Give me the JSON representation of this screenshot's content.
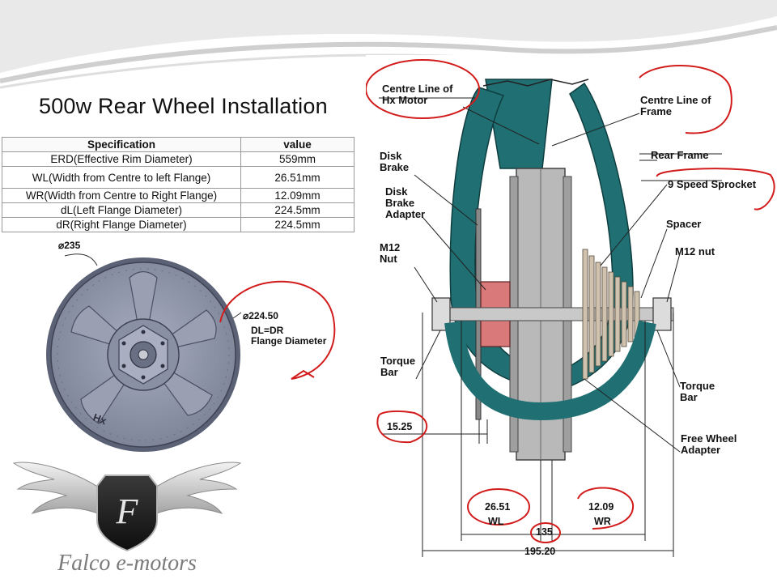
{
  "slide": {
    "title": "500w Rear Wheel Installation",
    "table": {
      "headers": [
        "Specification",
        "value"
      ],
      "rows": [
        [
          "ERD(Effective Rim Diameter)",
          "559mm"
        ],
        [
          "WL(Width from Centre to left Flange)",
          "26.51mm"
        ],
        [
          "WR(Width from Centre to Right Flange)",
          "12.09mm"
        ],
        [
          "dL(Left Flange Diameter)",
          "224.5mm"
        ],
        [
          "dR(Right Flange Diameter)",
          "224.5mm"
        ]
      ]
    },
    "motor": {
      "outer_diameter": "235",
      "flange_diameter": "224.50",
      "note_line1": "DL=DR",
      "note_line2": "Flange Diameter",
      "brand_mark": "Hx"
    },
    "logo": {
      "letter": "F",
      "name": "Falco e-motors"
    },
    "install": {
      "labels": {
        "centre_line_motor": "Centre Line of\nHx Motor",
        "centre_line_frame": "Centre Line of\nFrame",
        "rear_frame": "Rear Frame",
        "disk_brake": "Disk\nBrake",
        "disk_brake_adapter": "Disk\nBrake\nAdapter",
        "sprocket": "9 Speed Sprocket",
        "spacer": "Spacer",
        "m12_nut_left": "M12\nNut",
        "m12_nut_right": "M12 nut",
        "torque_bar_left": "Torque\nBar",
        "torque_bar_right": "Torque\nBar",
        "free_wheel_adapter": "Free Wheel\nAdapter"
      },
      "dims": {
        "brake_offset": "15.25",
        "wl_value": "26.51",
        "wl_label": "WL",
        "wr_value": "12.09",
        "wr_label": "WR",
        "spacing": "135",
        "overall": "195.20"
      }
    },
    "colors": {
      "frame": "#1f6f73",
      "hub": "#b9b9b9",
      "adapter": "#d9797a",
      "annotation": "#d21c1c",
      "motor_face": "#8c93a8"
    }
  }
}
